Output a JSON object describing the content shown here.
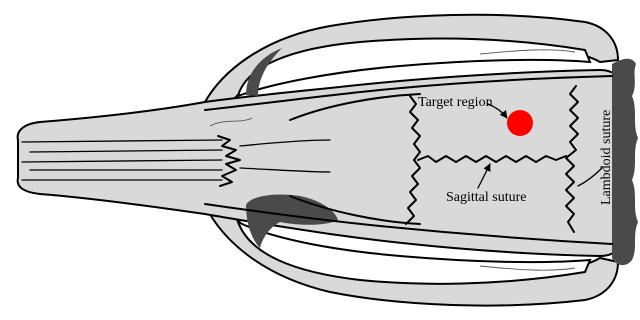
{
  "labels": {
    "target_region": "Target region",
    "sagittal_suture": "Sagittal suture",
    "lambdoid_suture": "Lambdoid suture"
  },
  "colors": {
    "bone": "#d9d9d9",
    "shadow": "#4a4a4a",
    "target": "#ff0000",
    "outline": "#000000"
  }
}
